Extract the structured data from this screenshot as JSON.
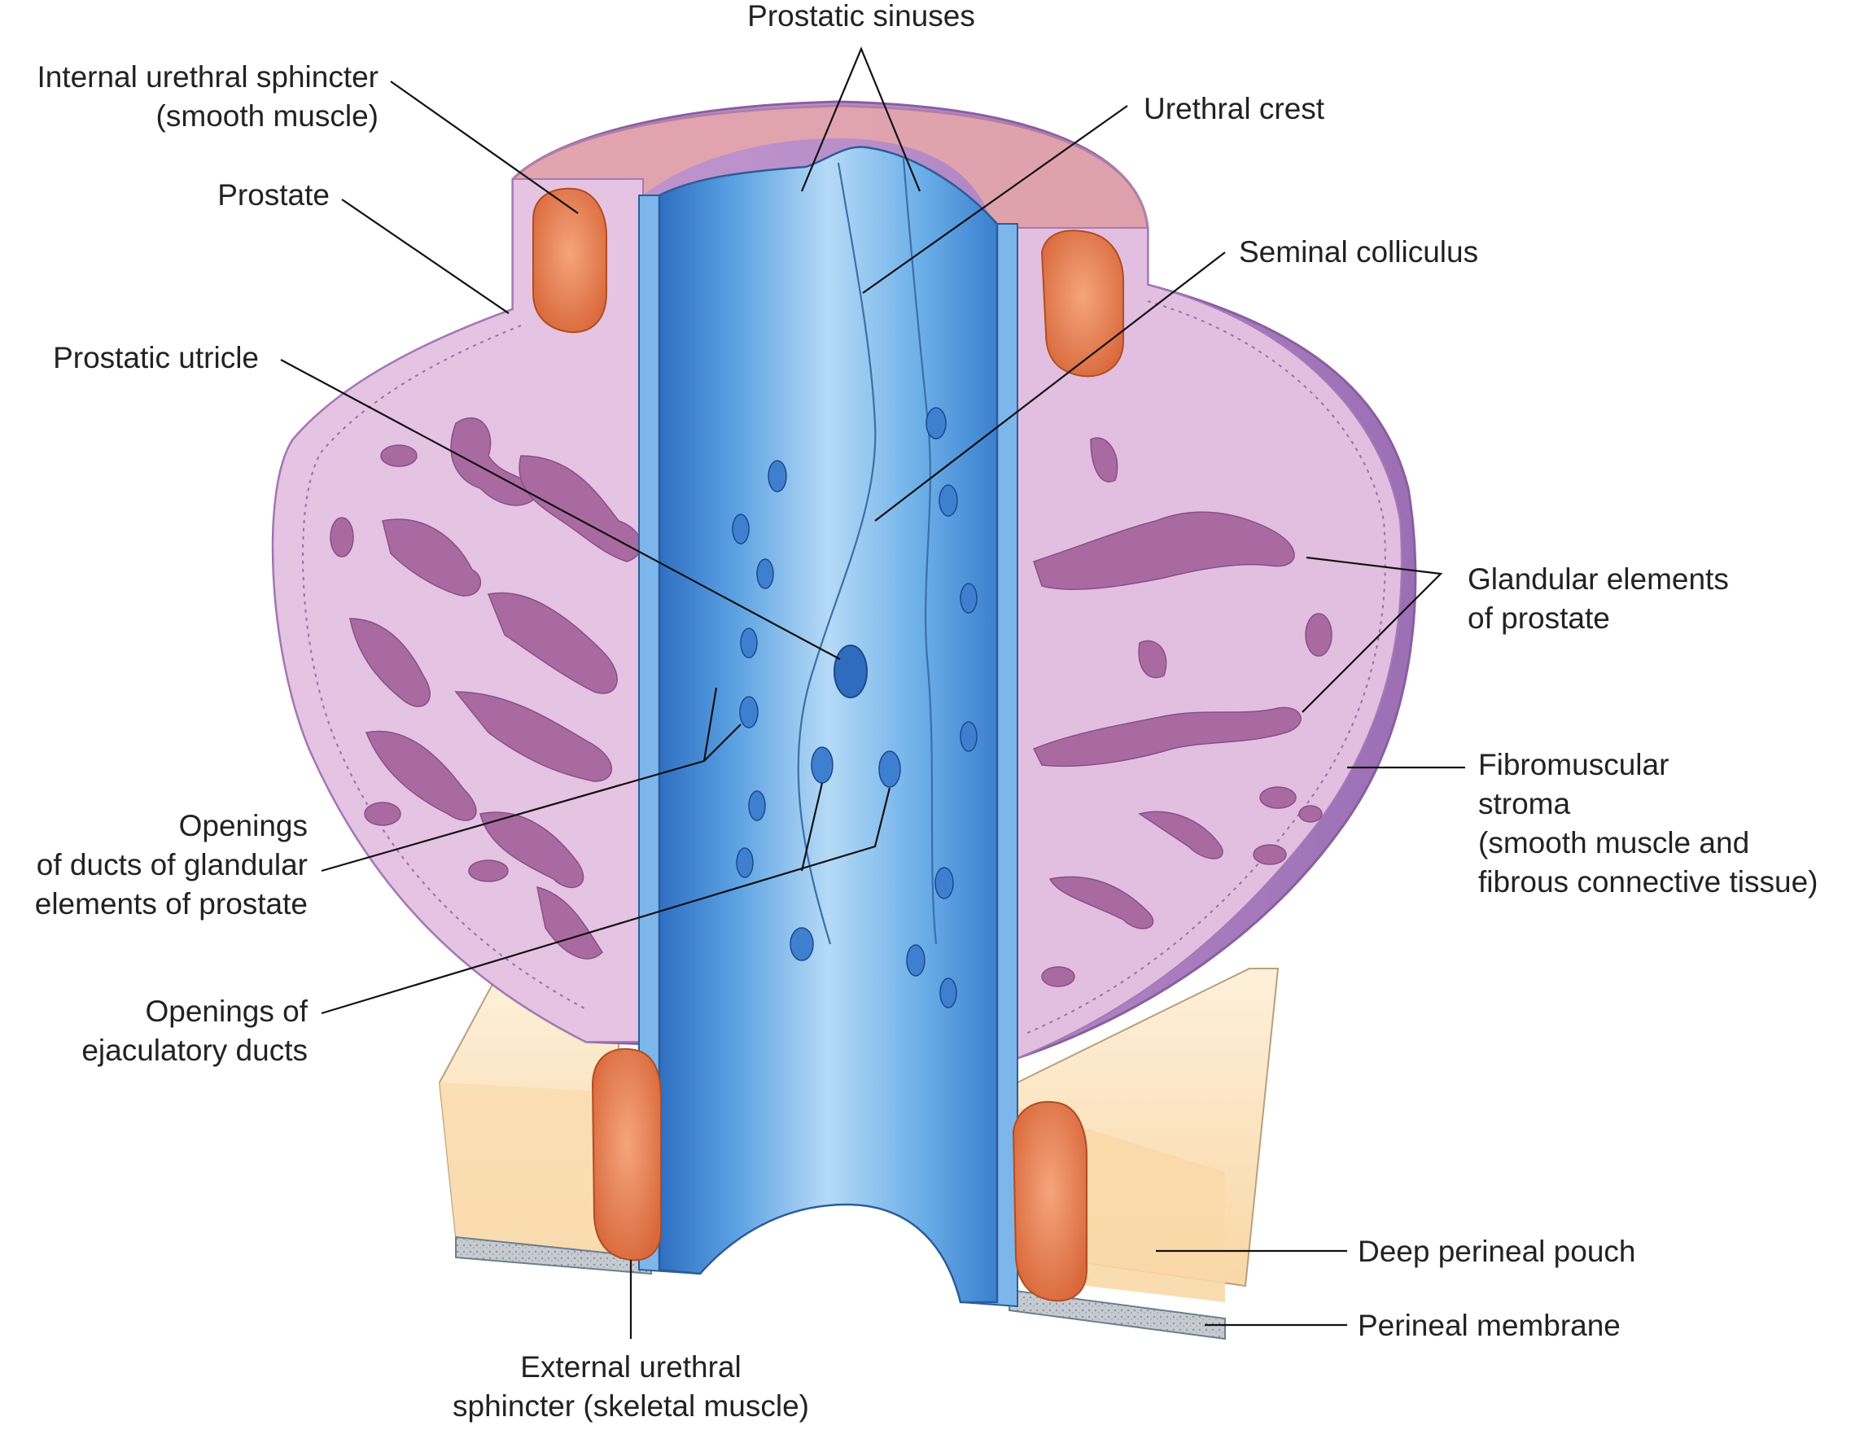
{
  "labels": {
    "prostatic_sinuses": "Prostatic sinuses",
    "internal_sphincter_1": "Internal urethral sphincter",
    "internal_sphincter_2": "(smooth muscle)",
    "urethral_crest": "Urethral crest",
    "prostate": "Prostate",
    "seminal_colliculus": "Seminal colliculus",
    "prostatic_utricle": "Prostatic utricle",
    "glandular_1": "Glandular elements",
    "glandular_2": "of prostate",
    "fibromuscular_1": "Fibromuscular",
    "fibromuscular_2": "stroma",
    "fibromuscular_3": "(smooth muscle and",
    "fibromuscular_4": "fibrous connective tissue)",
    "openings_glandular_1": "Openings",
    "openings_glandular_2": "of ducts of glandular",
    "openings_glandular_3": "elements of prostate",
    "openings_ejaculatory_1": "Openings of",
    "openings_ejaculatory_2": "ejaculatory ducts",
    "deep_perineal_pouch": "Deep perineal pouch",
    "perineal_membrane": "Perineal membrane",
    "external_sphincter_1": "External urethral",
    "external_sphincter_2": "sphincter (skeletal muscle)"
  },
  "colors": {
    "prostate_outer": "#b48ac4",
    "stroma": "#e3bfe0",
    "gland": "#a8699f",
    "urethra": "#4f93da",
    "urethra_light": "#9fcbf1",
    "muscle": "#ec8a5c",
    "pouch": "#fbe3bd",
    "membrane": "#c9ced3"
  }
}
